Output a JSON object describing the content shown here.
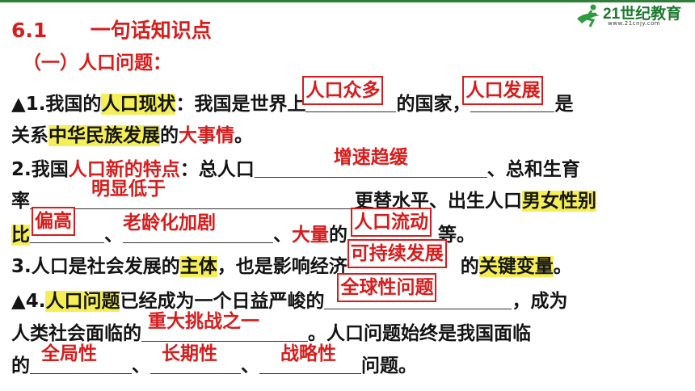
{
  "logo": {
    "text": "21世纪教育",
    "url": "www.21cnjy.com"
  },
  "title": {
    "num": "6.1",
    "text": "一句话知识点"
  },
  "subtitle": "（一）人口问题：",
  "l1": {
    "a": "▲1.我国的",
    "hl": "人口现状",
    "b": "：我国是世界上",
    "ans1": "人口众多",
    "c": "的国家，",
    "ans2": "人口发展",
    "d": "是"
  },
  "l2": {
    "a": "关系",
    "hl": "中华民族发展",
    "b": "的",
    "red": "大事情",
    "c": "。"
  },
  "l3": {
    "a": "2.我国",
    "red": "人口新的特点",
    "b": "：总人口",
    "ans": "增速趋缓",
    "c": "、总和生育"
  },
  "l4": {
    "a": "率",
    "ans": "明显低于",
    "b": "更替水平、出生人口",
    "hl": "男女性别"
  },
  "l5": {
    "hl": "比",
    "ans1": "偏高",
    "b": "、",
    "ans2": "老龄化加剧",
    "c": "、",
    "red": "大量",
    "d": "的",
    "ans3": "人口流动",
    "e": "等。"
  },
  "l6": {
    "a": "3.人口是社会发展的",
    "hl": "主体",
    "b": "，也是影响经济",
    "ans": "可持续发展",
    "c": "的",
    "hl2": "关键变量",
    "d": "。"
  },
  "l7": {
    "a": "▲4.",
    "hl": "人口问题",
    "b": "已经成为一个日益严峻的",
    "ans": "全球性问题",
    "c": "，成为"
  },
  "l8": {
    "a": "人类社会面临的",
    "ans": "重大挑战之一",
    "b": "。人口问题始终是我国面临"
  },
  "l9": {
    "a": "的",
    "ans1": "全局性",
    "b": "、",
    "ans2": "长期性",
    "c": "、",
    "ans3": "战略性",
    "d": "问题。"
  }
}
